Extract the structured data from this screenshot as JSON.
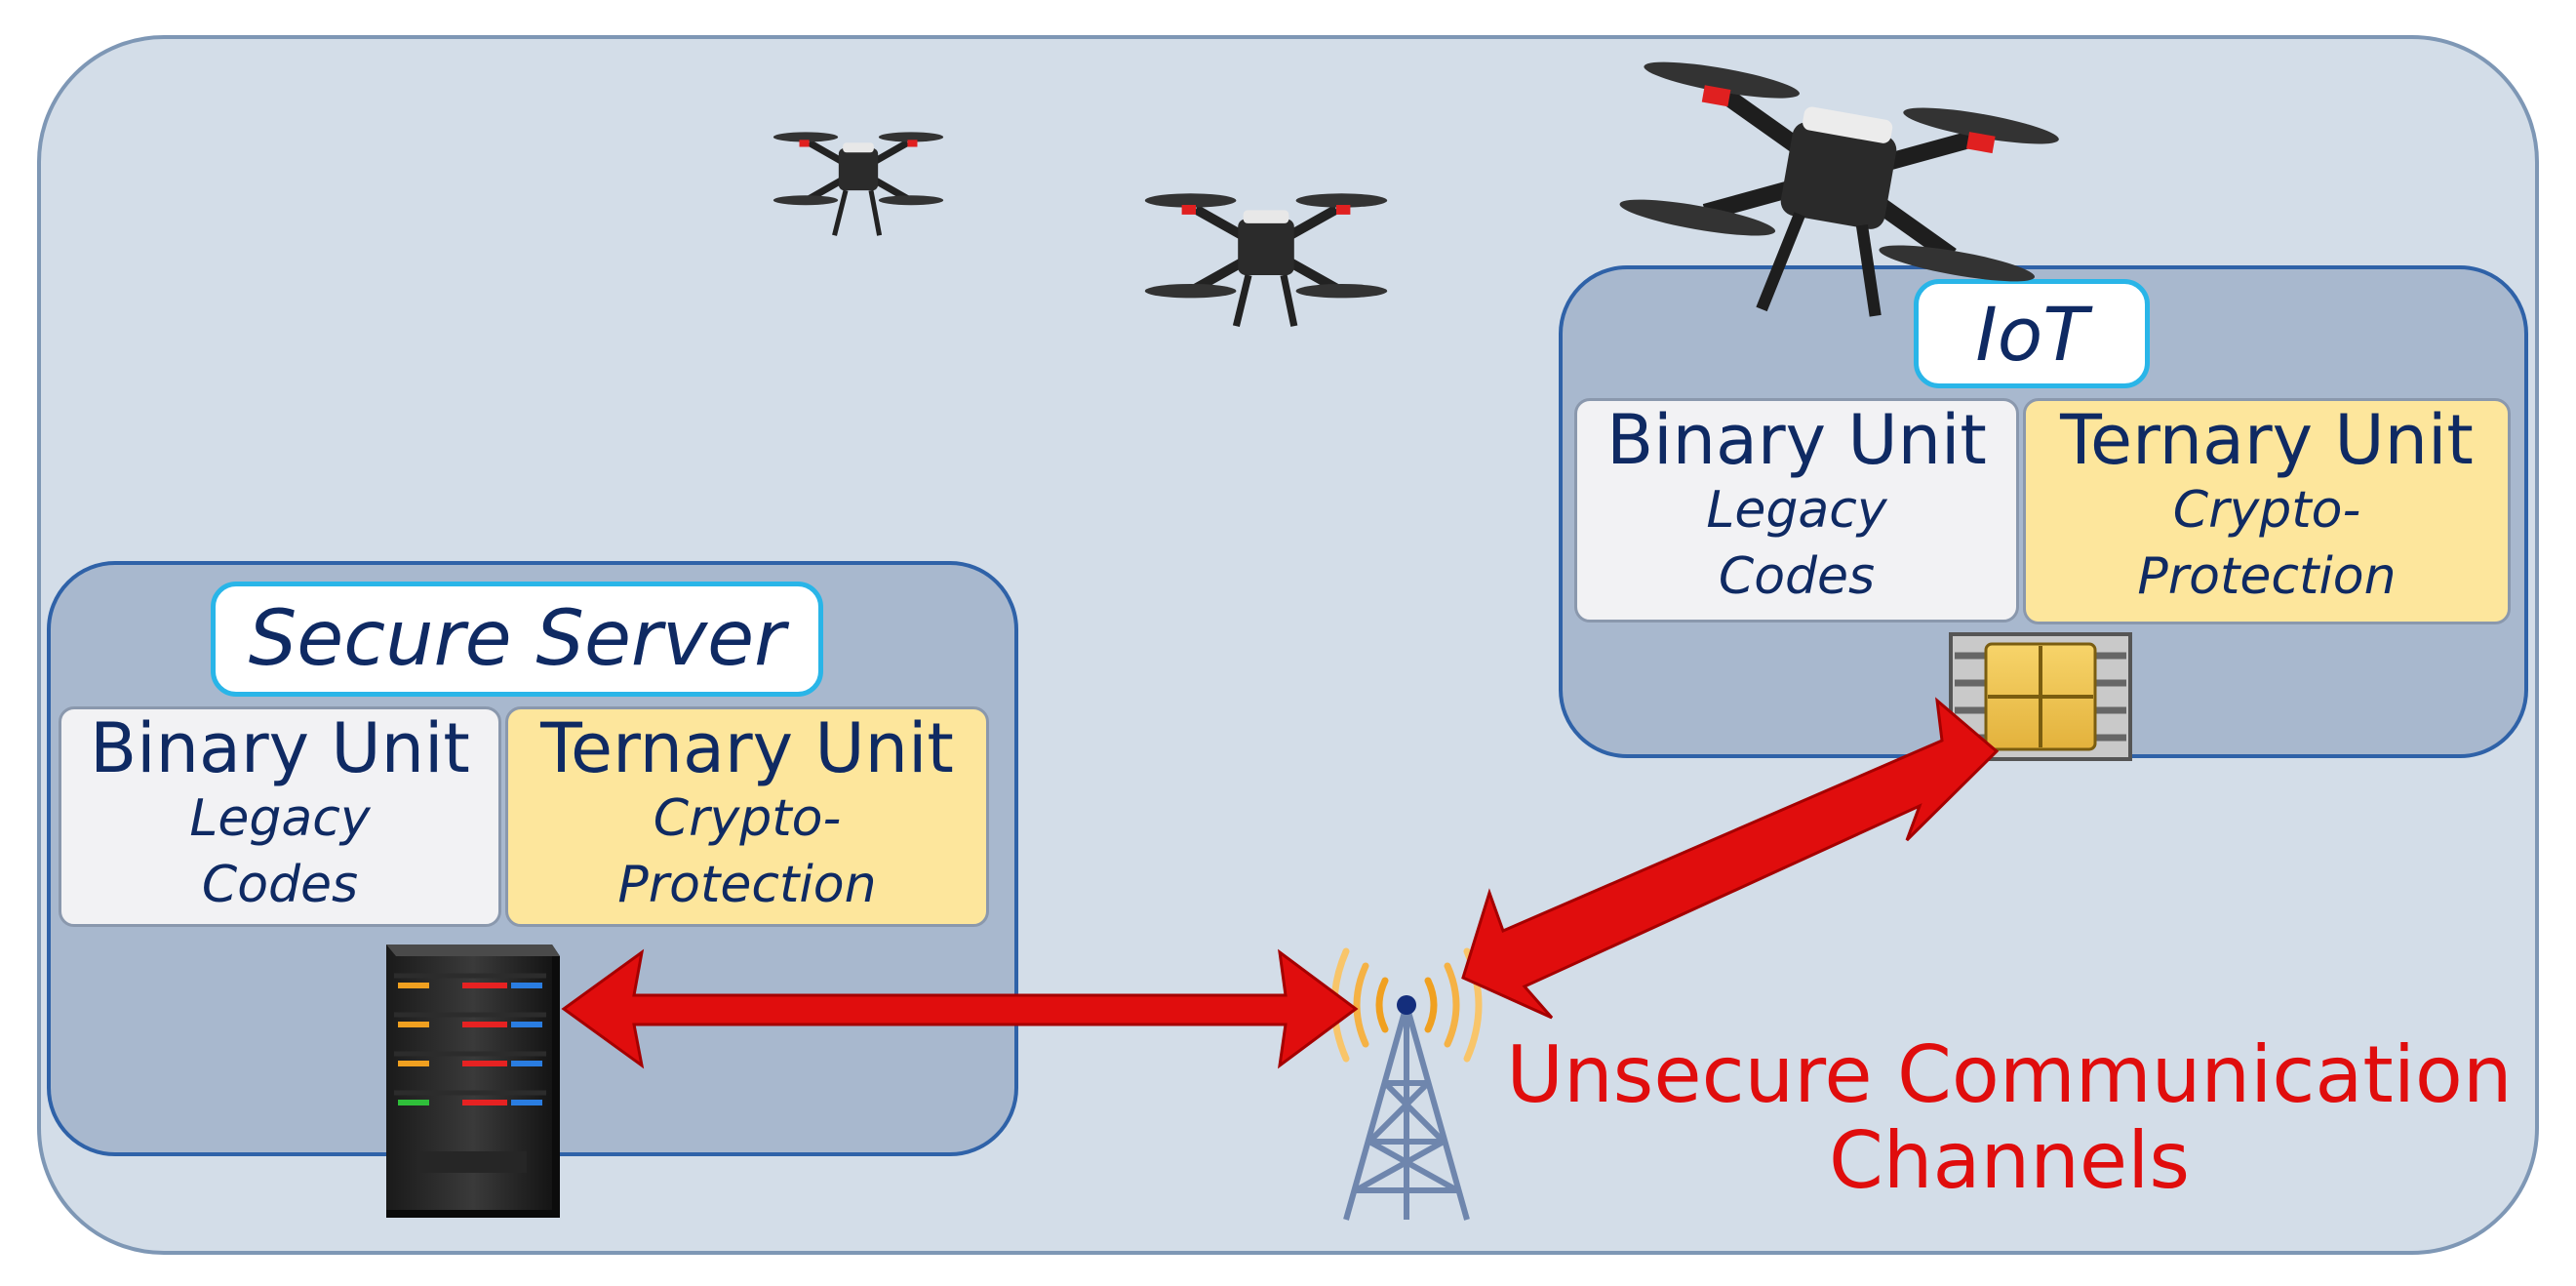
{
  "diagram": {
    "server": {
      "title": "Secure Server",
      "binary_unit": {
        "name": "Binary Unit",
        "line1": "Legacy",
        "line2": "Codes"
      },
      "ternary_unit": {
        "name": "Ternary Unit",
        "line1": "Crypto-",
        "line2": "Protection"
      }
    },
    "iot": {
      "title": "IoT",
      "binary_unit": {
        "name": "Binary Unit",
        "line1": "Legacy",
        "line2": "Codes"
      },
      "ternary_unit": {
        "name": "Ternary Unit",
        "line1": "Crypto-",
        "line2": "Protection"
      }
    },
    "channel": {
      "line1": "Unsecure Communication",
      "line2": "Channels",
      "color": "#e00d0d"
    },
    "icons": [
      "drone-icon",
      "server-rack-icon",
      "radio-tower-icon",
      "chip-icon"
    ],
    "colors": {
      "background": "#d3dde8",
      "panel": "#a8b8ce",
      "panel_border": "#2f62a8",
      "title_border": "#29b5e8",
      "ternary_fill": "#fde69c",
      "binary_fill": "#f2f2f4",
      "arrow": "#e00d0d"
    }
  }
}
